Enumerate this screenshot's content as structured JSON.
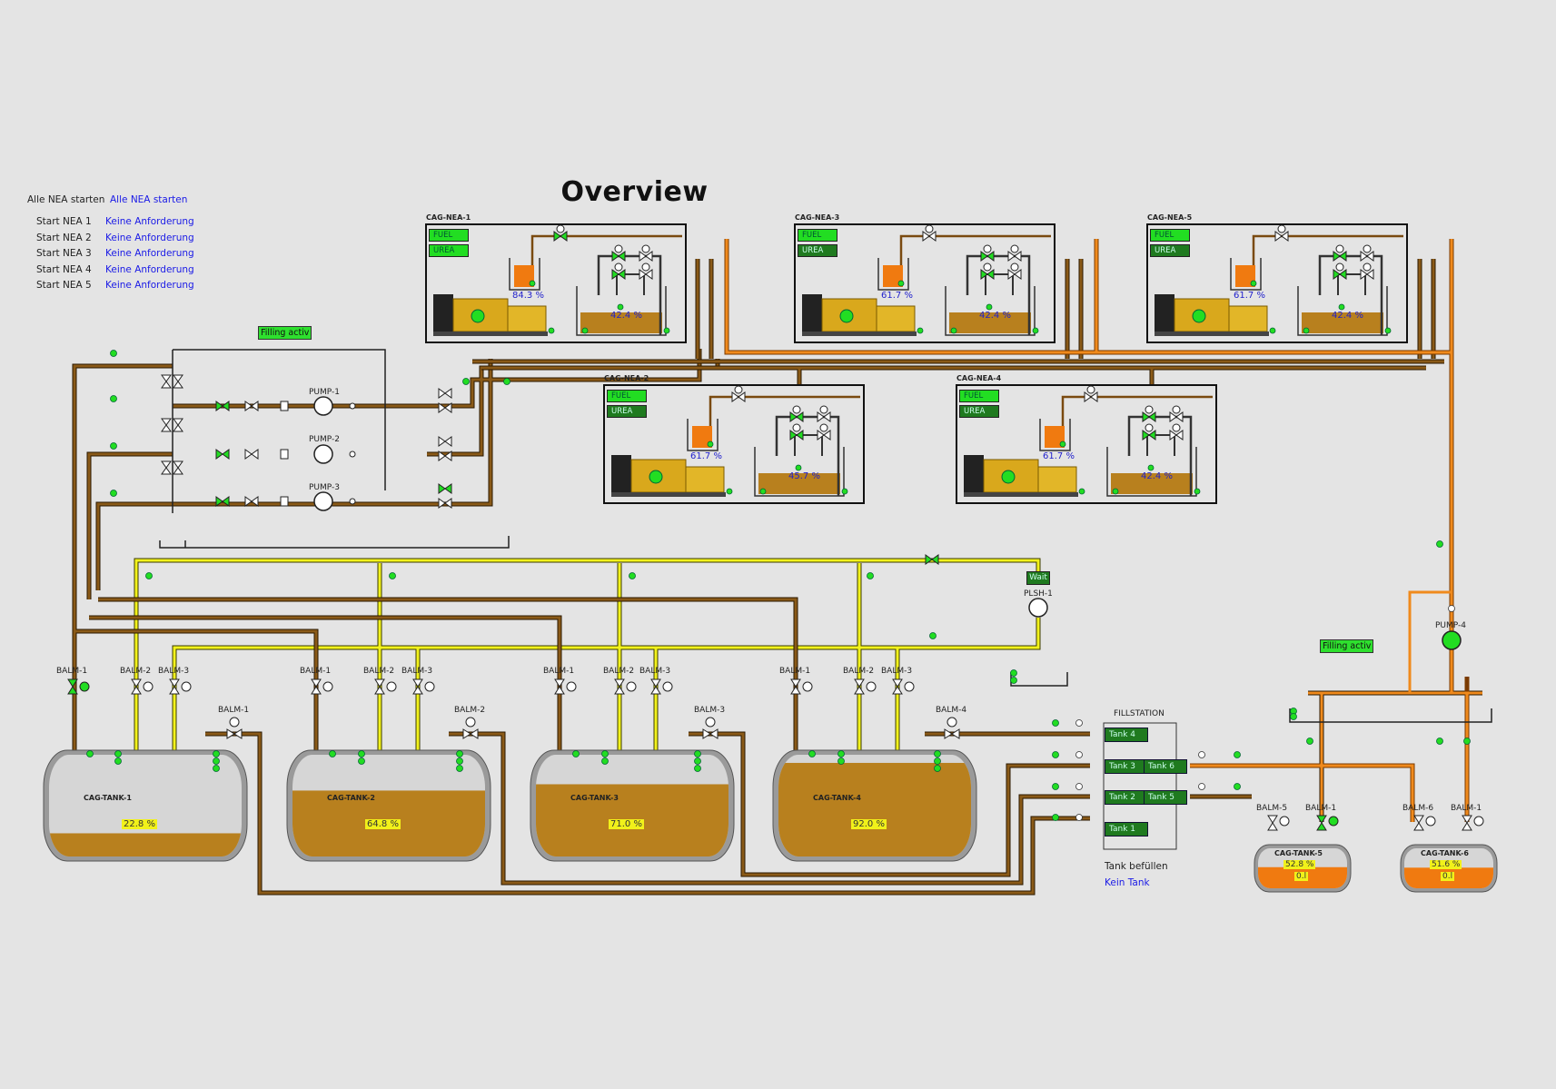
{
  "title": "Overview",
  "controls": {
    "all_label": "Alle NEA starten",
    "all_value": "Alle NEA  starten",
    "starts": [
      {
        "label": "Start NEA 1",
        "value": "Keine Anforderung"
      },
      {
        "label": "Start NEA 2",
        "value": "Keine Anforderung"
      },
      {
        "label": "Start NEA 3",
        "value": "Keine Anforderung"
      },
      {
        "label": "Start NEA 4",
        "value": "Keine Anforderung"
      },
      {
        "label": "Start NEA 5",
        "value": "Keine Anforderung"
      }
    ]
  },
  "status": {
    "filling_left": "Filling activ",
    "filling_right": "Filling activ",
    "wait": "Wait"
  },
  "neas": [
    {
      "name": "CAG-NEA-1",
      "fuel": "FUEL",
      "urea": "UREA",
      "small_pct": "84.3 %",
      "big_pct": "42.4 %"
    },
    {
      "name": "CAG-NEA-3",
      "fuel": "FUEL",
      "urea": "UREA",
      "small_pct": "61.7 %",
      "big_pct": "42.4 %"
    },
    {
      "name": "CAG-NEA-5",
      "fuel": "FUEL",
      "urea": "UREA",
      "small_pct": "61.7 %",
      "big_pct": "42.4 %"
    },
    {
      "name": "CAG-NEA-2",
      "fuel": "FUEL",
      "urea": "UREA",
      "small_pct": "61.7 %",
      "big_pct": "45.7 %"
    },
    {
      "name": "CAG-NEA-4",
      "fuel": "FUEL",
      "urea": "UREA",
      "small_pct": "61.7 %",
      "big_pct": "42.4 %"
    }
  ],
  "pumps": [
    "PUMP-1",
    "PUMP-2",
    "PUMP-3",
    "PUMP-4",
    "PLSH-1"
  ],
  "tanks": [
    {
      "name": "CAG-TANK-1",
      "pct": "22.8 %",
      "level": 0.228
    },
    {
      "name": "CAG-TANK-2",
      "pct": "64.8 %",
      "level": 0.648
    },
    {
      "name": "CAG-TANK-3",
      "pct": "71.0 %",
      "level": 0.71
    },
    {
      "name": "CAG-TANK-4",
      "pct": "92.0 %",
      "level": 0.92
    }
  ],
  "small_tanks": [
    {
      "name": "CAG-TANK-5",
      "pct": "52.8 %",
      "extra": "0.l",
      "level": 0.528
    },
    {
      "name": "CAG-TANK-6",
      "pct": "51.6 %",
      "extra": "0.l",
      "level": 0.516
    }
  ],
  "balm_top": [
    "BALM-1",
    "BALM-2",
    "BALM-3",
    "BALM-1",
    "BALM-2",
    "BALM-3",
    "BALM-1",
    "BALM-2",
    "BALM-3",
    "BALM-1",
    "BALM-2",
    "BALM-3"
  ],
  "balm_lower": [
    "BALM-1",
    "BALM-2",
    "BALM-3",
    "BALM-4"
  ],
  "balm_right": [
    "BALM-5",
    "BALM-1",
    "BALM-6",
    "BALM-1"
  ],
  "fillstation": {
    "title": "FILLSTATION",
    "buttons": [
      "Tank 4",
      "Tank 3",
      "Tank 2",
      "Tank 1",
      "Tank 6",
      "Tank 5"
    ],
    "fill_label": "Tank befüllen",
    "fill_value": "Kein Tank"
  },
  "colors": {
    "brown_pipe": "#7a4a10",
    "orange_pipe": "#f08a1c",
    "yellow_pipe": "#f2f21c",
    "dark_pipe": "#333333",
    "liquid_brown": "#b8801e",
    "liquid_orange": "#f07a10",
    "green": "#22dd22"
  }
}
